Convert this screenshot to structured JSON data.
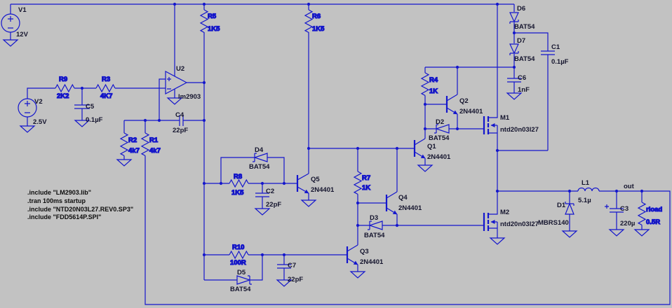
{
  "colors": {
    "background": "#c2c2c2",
    "wire": "#1416cd",
    "label_text": "#15152e",
    "directive_text": "#0d0d0d"
  },
  "directives": {
    "line1": ".include \"LM2903.lib\"",
    "line2": ".tran 100ms startup",
    "line3": ".include \"NTD20N03L27.REV0.SP3\"",
    "line4": ".include \"FDD5614P.SPI\""
  },
  "components": {
    "v1": {
      "ref": "V1",
      "value": "12V"
    },
    "v2": {
      "ref": "V2",
      "value": "2.5V"
    },
    "r9": {
      "ref": "R9",
      "value": "2K2"
    },
    "r3": {
      "ref": "R3",
      "value": "4K7"
    },
    "c5": {
      "ref": "C5",
      "value": "0.1µF"
    },
    "r2": {
      "ref": "R2",
      "value": "4k7"
    },
    "r1": {
      "ref": "R1",
      "value": "4k7"
    },
    "u2": {
      "ref": "U2",
      "value": "lm2903"
    },
    "c4": {
      "ref": "C4",
      "value": "22pF"
    },
    "r5": {
      "ref": "R5",
      "value": "1K5"
    },
    "r6": {
      "ref": "R6",
      "value": "1K5"
    },
    "d4": {
      "ref": "D4",
      "value": "BAT54"
    },
    "r8": {
      "ref": "R8",
      "value": "1K5"
    },
    "c2": {
      "ref": "C2",
      "value": "22pF"
    },
    "q5": {
      "ref": "Q5",
      "value": "2N4401"
    },
    "r10": {
      "ref": "R10",
      "value": "100R"
    },
    "d5": {
      "ref": "D5",
      "value": "BAT54"
    },
    "c7": {
      "ref": "C7",
      "value": "22pF"
    },
    "q3": {
      "ref": "Q3",
      "value": "2N4401"
    },
    "r7": {
      "ref": "R7",
      "value": "1K"
    },
    "q4": {
      "ref": "Q4",
      "value": "2N4401"
    },
    "d3": {
      "ref": "D3",
      "value": "BAT54"
    },
    "q1": {
      "ref": "Q1",
      "value": "2N4401"
    },
    "d2": {
      "ref": "D2",
      "value": "BAT54"
    },
    "r4": {
      "ref": "R4",
      "value": "1K"
    },
    "q2": {
      "ref": "Q2",
      "value": "2N4401"
    },
    "d6": {
      "ref": "D6",
      "value": "BAT54"
    },
    "d7": {
      "ref": "D7",
      "value": "BAT54"
    },
    "c1": {
      "ref": "C1",
      "value": "0.1µF"
    },
    "c6": {
      "ref": "C6",
      "value": "1nF"
    },
    "m1": {
      "ref": "M1",
      "value": "ntd20n03l27"
    },
    "m2": {
      "ref": "M2",
      "value": "ntd20n03l27"
    },
    "d1": {
      "ref": "D1",
      "value": "MBRS140"
    },
    "l1": {
      "ref": "L1",
      "value": "5.1µ"
    },
    "c3": {
      "ref": "C3",
      "value": "220µ"
    },
    "rload": {
      "ref": "rload",
      "value": "0.5R"
    }
  },
  "net_labels": {
    "out": "out"
  }
}
